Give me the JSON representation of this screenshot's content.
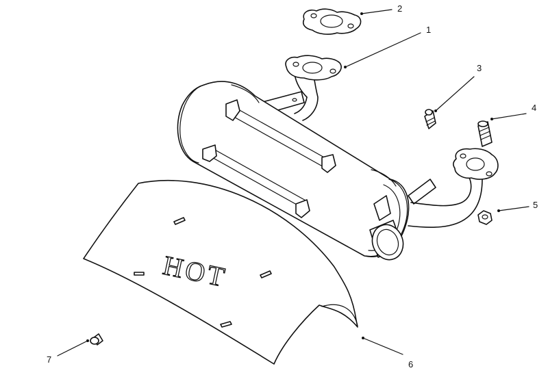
{
  "diagram": {
    "shield_text": "HOT",
    "callouts": [
      {
        "number": "1",
        "part": "muffler"
      },
      {
        "number": "2",
        "part": "gasket"
      },
      {
        "number": "3",
        "part": "stud-fitting"
      },
      {
        "number": "4",
        "part": "stud"
      },
      {
        "number": "5",
        "part": "nut"
      },
      {
        "number": "6",
        "part": "heat-shield"
      },
      {
        "number": "7",
        "part": "screw"
      }
    ]
  }
}
